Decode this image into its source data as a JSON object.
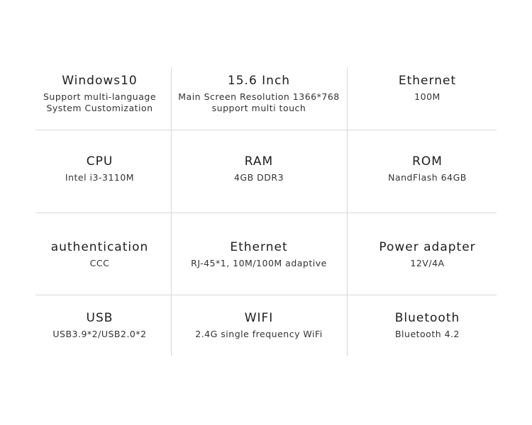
{
  "specs": [
    {
      "title": "Windows10",
      "lines": [
        "Support multi-language",
        "System Customization"
      ]
    },
    {
      "title": "15.6 Inch",
      "lines": [
        "Main Screen Resolution 1366*768",
        "support multi touch"
      ]
    },
    {
      "title": "Ethernet",
      "lines": [
        "100M"
      ]
    },
    {
      "title": "CPU",
      "lines": [
        "Intel i3-3110M"
      ]
    },
    {
      "title": "RAM",
      "lines": [
        "4GB DDR3"
      ]
    },
    {
      "title": "ROM",
      "lines": [
        "NandFlash 64GB"
      ]
    },
    {
      "title": "authentication",
      "lines": [
        "CCC"
      ]
    },
    {
      "title": "Ethernet",
      "lines": [
        "RJ-45*1, 10M/100M adaptive"
      ]
    },
    {
      "title": "Power adapter",
      "lines": [
        "12V/4A"
      ]
    },
    {
      "title": "USB",
      "lines": [
        "USB3.9*2/USB2.0*2"
      ]
    },
    {
      "title": "WIFI",
      "lines": [
        "2.4G single frequency WiFi"
      ]
    },
    {
      "title": "Bluetooth",
      "lines": [
        "Bluetooth 4.2"
      ]
    }
  ]
}
